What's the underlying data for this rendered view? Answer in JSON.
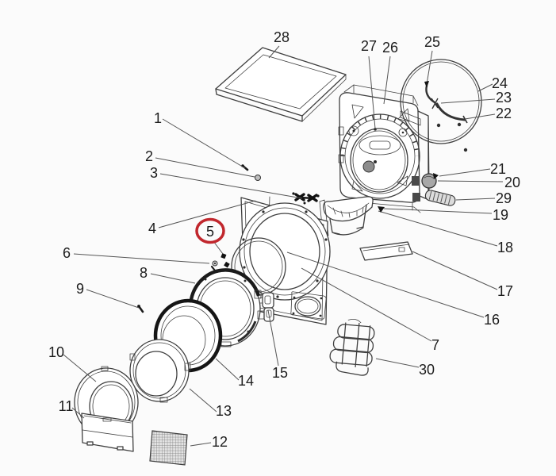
{
  "diagram": {
    "kind": "exploded-parts-diagram",
    "highlighted_callout": "5",
    "callout_count": 30
  },
  "colors": {
    "line": "#3f3f3f",
    "label": "#1c1c1c",
    "highlight": "#c1272d",
    "background": "#fbfbfb"
  },
  "callouts": {
    "c1": "1",
    "c2": "2",
    "c3": "3",
    "c4": "4",
    "c5": "5",
    "c6": "6",
    "c7": "7",
    "c8": "8",
    "c9": "9",
    "c10": "10",
    "c11": "11",
    "c12": "12",
    "c13": "13",
    "c14": "14",
    "c15": "15",
    "c16": "16",
    "c17": "17",
    "c18": "18",
    "c19": "19",
    "c20": "20",
    "c21": "21",
    "c22": "22",
    "c23": "23",
    "c24": "24",
    "c25": "25",
    "c26": "26",
    "c27": "27",
    "c28": "28",
    "c29": "29",
    "c30": "30"
  }
}
